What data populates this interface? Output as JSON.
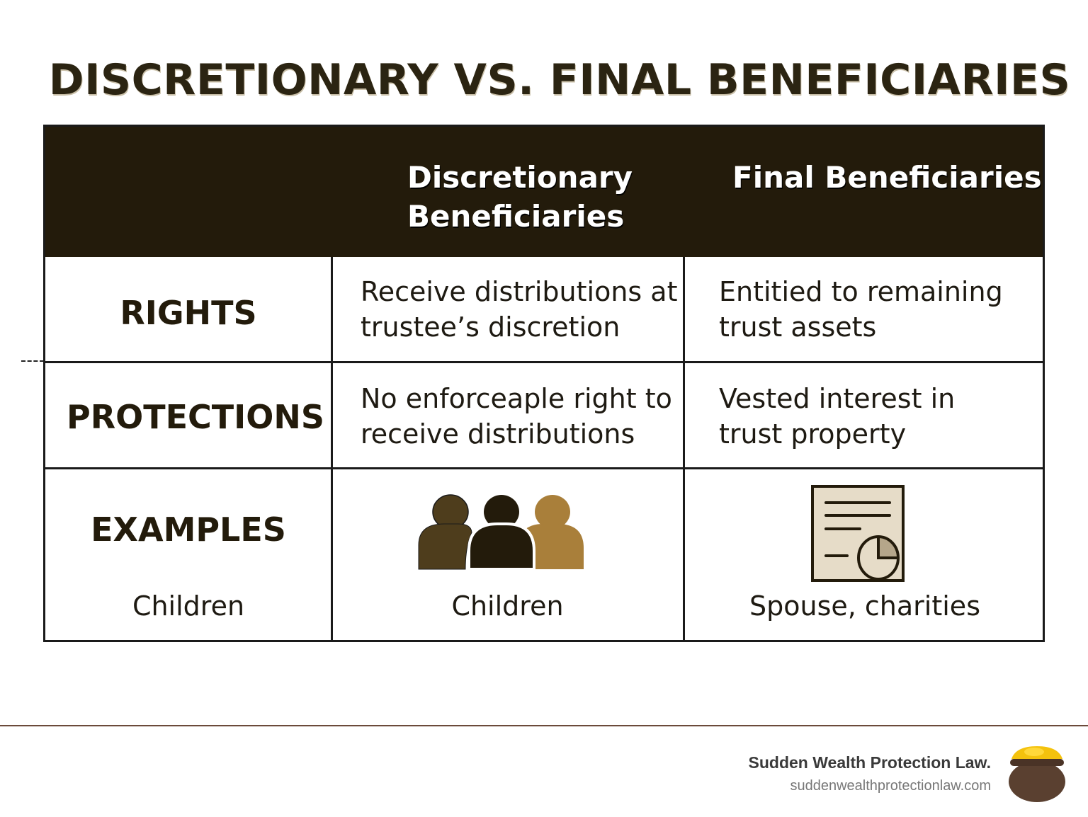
{
  "title": "DISCRETIONARY VS. FINAL BENEFICIARIES",
  "header": {
    "col1_line1": "Discretionary",
    "col1_line2": "Beneficiaries",
    "col2": "Final Beneficiaries"
  },
  "rows": [
    {
      "label": "RIGHTS",
      "discretionary": [
        "Receive distributions at",
        "trustee’s discretion"
      ],
      "final": [
        "Entitied to remaining",
        "trust assets"
      ]
    },
    {
      "label": "PROTECTIONS",
      "discretionary": [
        "No enforceaple right to",
        "receive distributions"
      ],
      "final": [
        "Vested interest in",
        "trust property"
      ]
    },
    {
      "label": "EXAMPLES",
      "label_sub": "Children",
      "discretionary": "Children",
      "final": "Spouse, charities",
      "discretionary_icon": "people-group-icon",
      "final_icon": "document-chart-icon"
    }
  ],
  "footer": {
    "brand": "Sudden Wealth Protection Law.",
    "url": "suddenwealthprotectionlaw.com"
  },
  "colors": {
    "header_bg": "#231b0b",
    "person1": "#4e3d1c",
    "person2": "#231b0b",
    "person3": "#a97f3a",
    "pot": "#5a4030",
    "gold": "#f4c20d"
  }
}
